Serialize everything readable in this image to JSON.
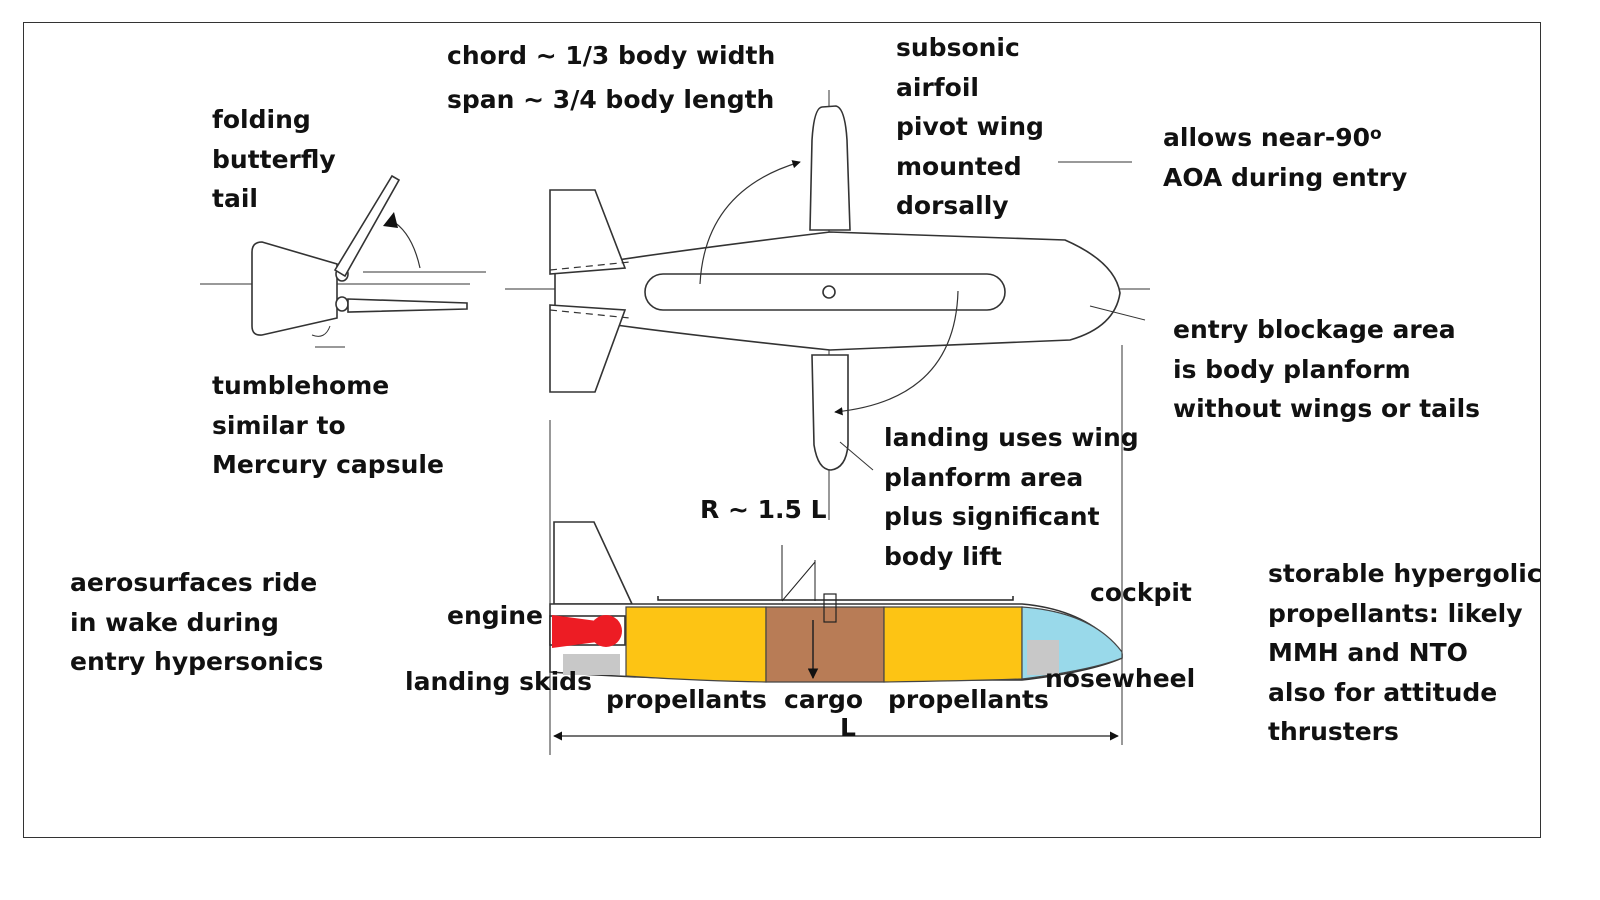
{
  "colors": {
    "propellants": "#fdc414",
    "cargo": "#b87c56",
    "cockpit": "#99d9ea",
    "engine": "#ed1c24",
    "skids": "#c8c8c8",
    "outline": "#333333"
  },
  "labels": {
    "folding_tail": [
      "folding",
      "butterfly",
      "tail"
    ],
    "chord": "chord ~ 1/3 body width",
    "span": "span ~ 3/4 body length",
    "pivot_wing": [
      "subsonic",
      "airfoil",
      "pivot wing",
      "mounted",
      "dorsally"
    ],
    "aoa_line1": "allows near-90",
    "aoa_sup": "o",
    "aoa_line2": "AOA during entry",
    "tumblehome": [
      "tumblehome",
      "similar to",
      "Mercury capsule"
    ],
    "blockage": [
      "entry blockage area",
      "is body planform",
      "without wings or tails"
    ],
    "landing": [
      "landing uses wing",
      "planform area",
      "plus significant",
      "body lift"
    ],
    "radius": "R ~ 1.5 L",
    "aerosurfaces": [
      "aerosurfaces ride",
      "in wake during",
      "entry hypersonics"
    ],
    "engine": "engine",
    "landing_skids": "landing skids",
    "propellants_aft": "propellants",
    "cargo": "cargo",
    "propellants_fwd": "propellants",
    "cockpit": "cockpit",
    "nosewheel": "nosewheel",
    "length": "L",
    "storable": [
      "storable hypergolic",
      "propellants: likely",
      "MMH and NTO",
      "also for attitude",
      "thrusters"
    ]
  }
}
